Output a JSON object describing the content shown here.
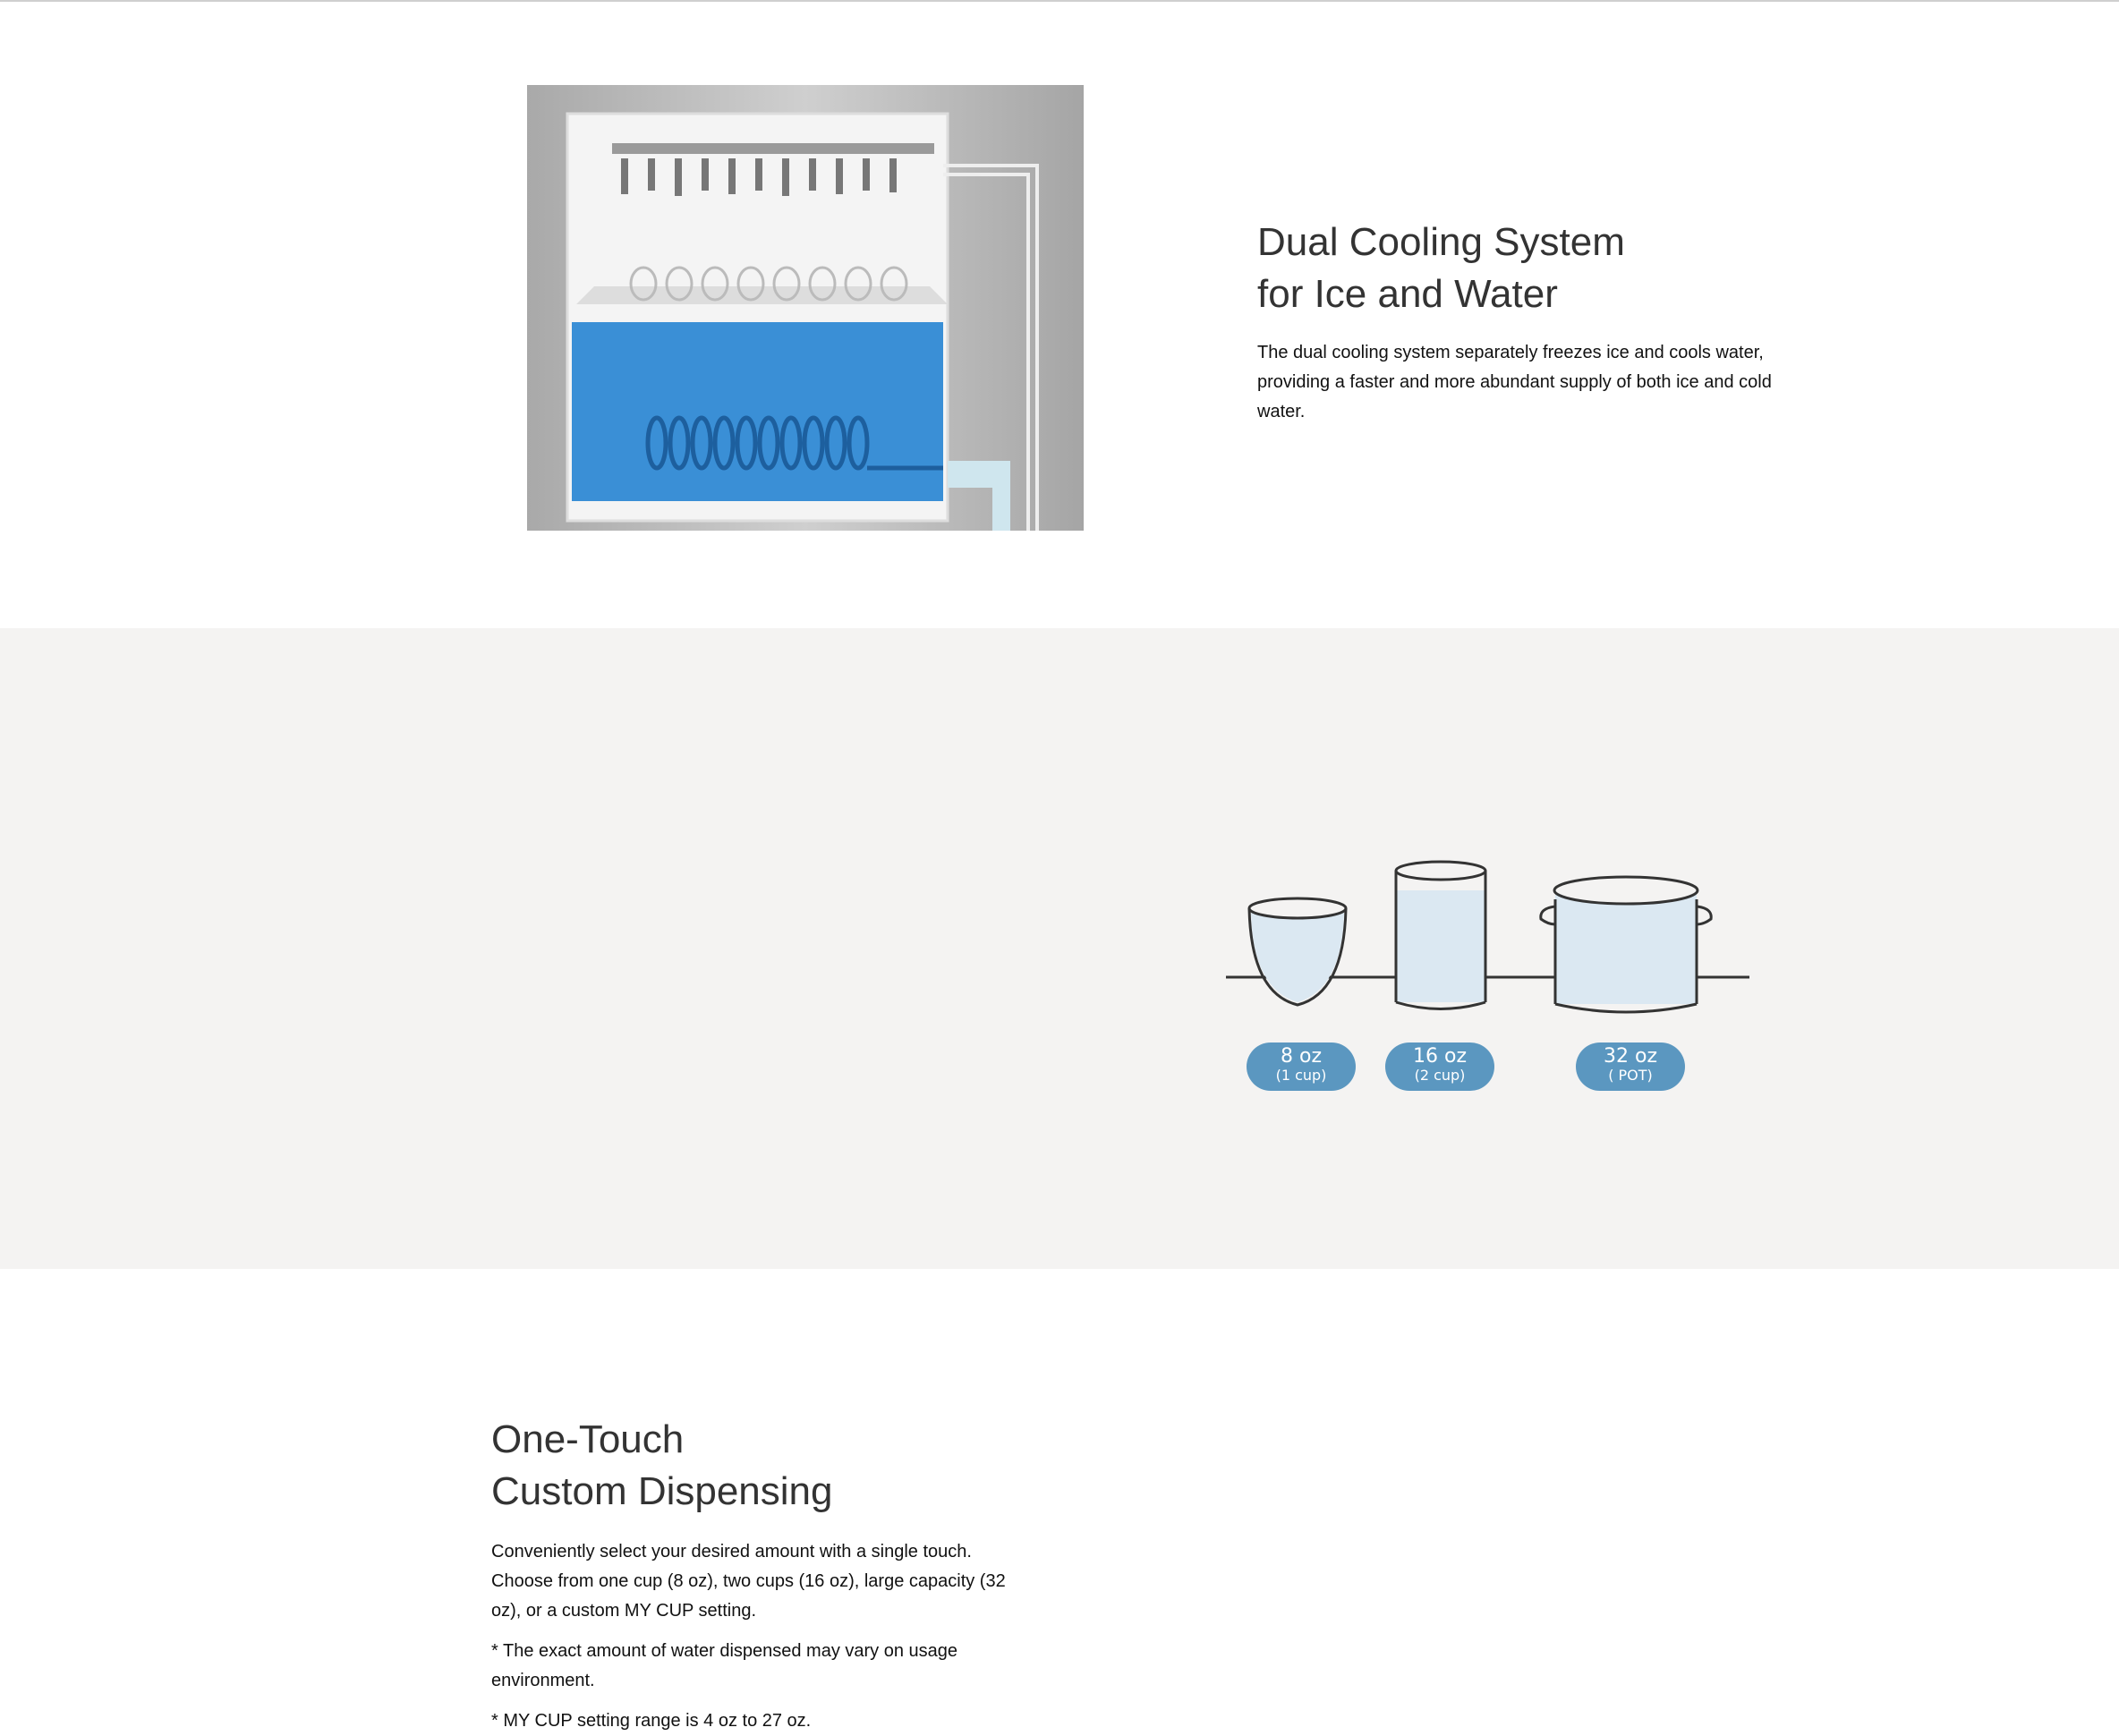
{
  "cooling": {
    "title_line1": "Dual Cooling System",
    "title_line2": "for Ice and Water",
    "body": "The dual cooling system separately freezes ice and cools water, providing a faster and more abundant supply of both ice and cold water."
  },
  "dispensing": {
    "title_line1": "One-Touch",
    "title_line2": "Custom Dispensing",
    "body": "Conveniently select your desired amount with a single touch. Choose from one cup (8 oz), two cups (16 oz), large capacity (32 oz), or a custom MY CUP setting.",
    "note1": "* The exact amount of water dispensed may vary on usage environment.",
    "note2": "* MY CUP setting range is 4 oz to 27 oz."
  },
  "badges": [
    {
      "amount": "8 oz",
      "label": "(1 cup)"
    },
    {
      "amount": "16 oz",
      "label": "(2 cup)"
    },
    {
      "amount": "32 oz",
      "label": "( POT)"
    }
  ],
  "colors": {
    "badge": "#5b97c0",
    "water": "#3a8fd6"
  }
}
